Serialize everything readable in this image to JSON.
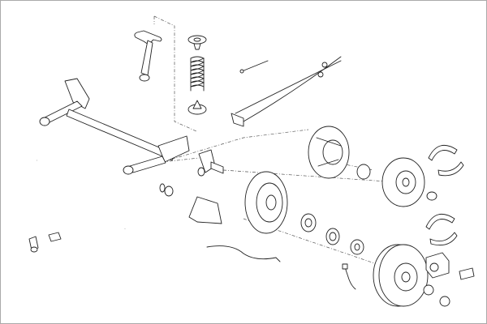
{
  "diagram": {
    "type": "exploded-parts-view",
    "colors": {
      "line": "#222222",
      "background": "#ffffff",
      "frame": "#aaaaaa"
    },
    "parts": [
      "shock-absorber",
      "spring-top-mount",
      "coil-spring",
      "spring-bottom-seat",
      "rear-axle-beam",
      "anti-roll-bar",
      "handbrake-cables",
      "brake-backing-plate",
      "dust-shield",
      "brake-disc",
      "brake-drum",
      "brake-shoes",
      "wheel-bearings",
      "brake-caliper",
      "brake-pads",
      "abs-sensor",
      "stub-axle",
      "bushes"
    ]
  }
}
